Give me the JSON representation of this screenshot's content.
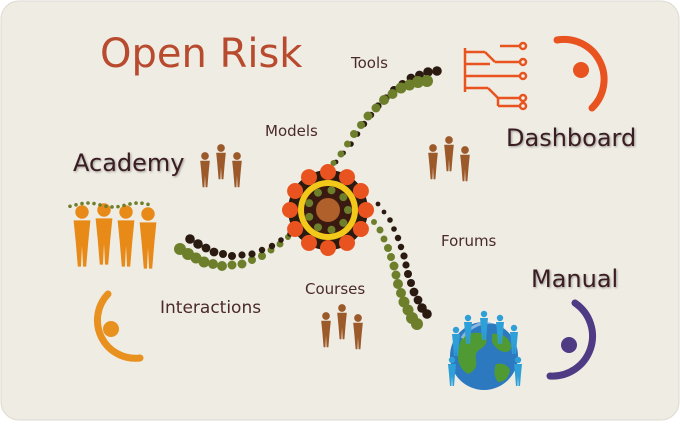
{
  "title": "Open Risk",
  "labels": {
    "dashboard": "Dashboard",
    "academy": "Academy",
    "manual": "Manual",
    "tools": "Tools",
    "models": "Models",
    "forums": "Forums",
    "courses": "Courses",
    "interactions": "Interactions"
  },
  "colors": {
    "background": "#efece4",
    "title": "#b84a2e",
    "dot_dark": "#2a1a10",
    "dot_green": "#6e7f2c",
    "accent_orange": "#e8531f",
    "accent_amber": "#e8911f",
    "accent_purple": "#4f3a84",
    "people_brown": "#9c5a2a",
    "people_orange": "#e88a18",
    "people_blue": "#2f9fd8"
  },
  "icons": {
    "dashboard": "circuit-icon",
    "academy": "people-group-icon",
    "manual": "globe-people-icon",
    "models": "hub-icon"
  }
}
